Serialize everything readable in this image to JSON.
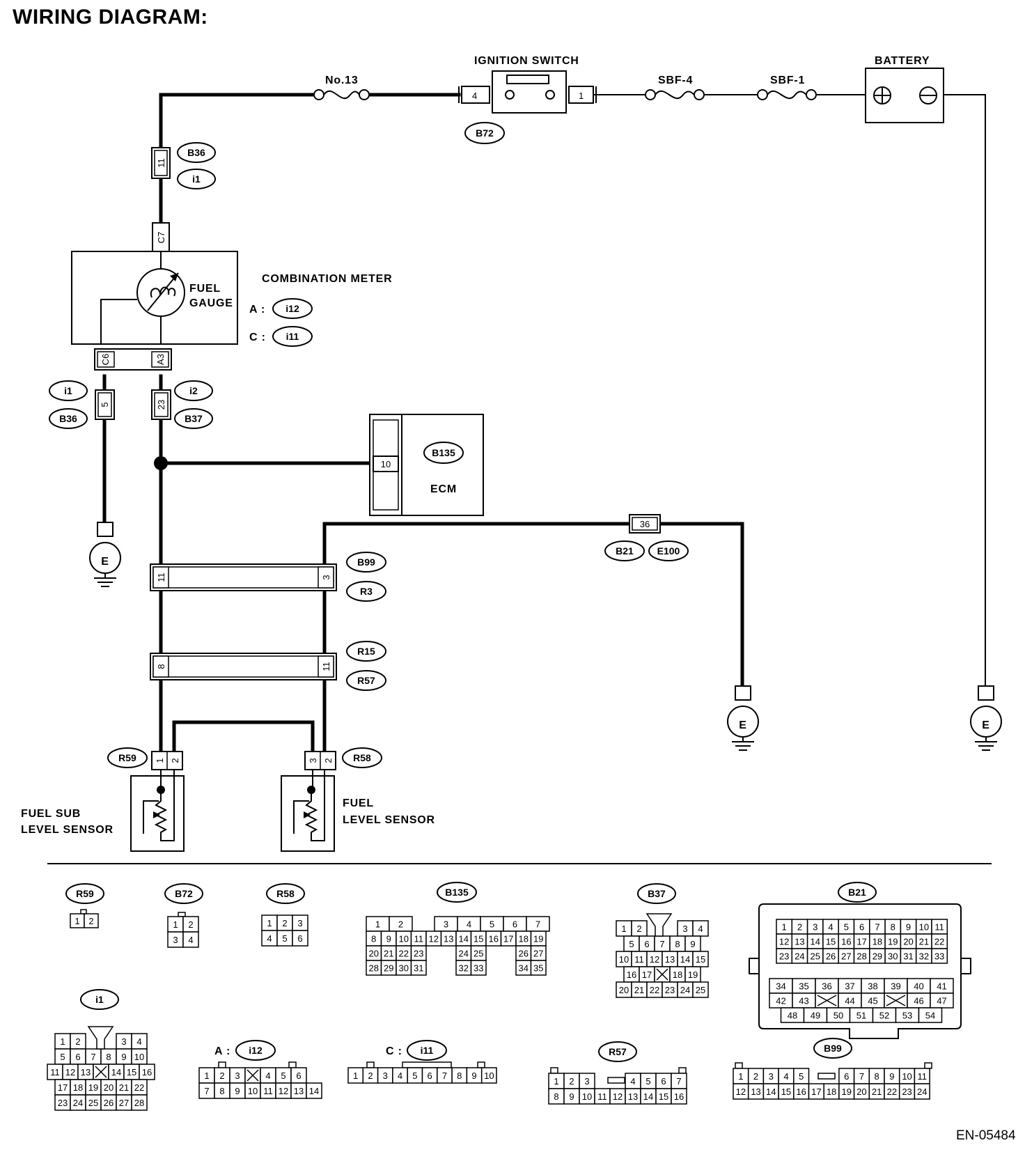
{
  "title": "WIRING DIAGRAM:",
  "document_id": "EN-05484",
  "power": {
    "fuse_no13": "No.13",
    "ignition_switch": "IGNITION SWITCH",
    "ig_pin_left": "4",
    "ig_pin_right": "1",
    "ig_connector": "B72",
    "sbf4": "SBF-4",
    "sbf1": "SBF-1",
    "battery": "BATTERY",
    "battery_plus": "⊕",
    "battery_minus": "⊖"
  },
  "harness": {
    "b36": "B36",
    "i1": "i1",
    "pin_11": "11",
    "pin_c7": "C7",
    "pin_c6": "C6",
    "pin_a3": "A3",
    "pin_5": "5",
    "pin_23": "23",
    "i2": "i2",
    "b37": "B37"
  },
  "meter": {
    "fuel_gauge_line1": "FUEL",
    "fuel_gauge_line2": "GAUGE",
    "combination_meter": "COMBINATION METER",
    "a_prefix": "A :",
    "a_connector": "i12",
    "c_prefix": "C :",
    "c_connector": "i11"
  },
  "ecm": {
    "connector": "B135",
    "label": "ECM",
    "pin": "10"
  },
  "grounds": {
    "symbol": "E",
    "joint_pin": "36",
    "b21": "B21",
    "e100": "E100"
  },
  "rear_harness": {
    "b99": "B99",
    "r3": "R3",
    "pin_11": "11",
    "pin_3": "3",
    "r15": "R15",
    "r57": "R57",
    "pin_8": "8",
    "pin_11b": "11"
  },
  "sensors": {
    "r59": "R59",
    "r58": "R58",
    "r59_pins": [
      "1",
      "2"
    ],
    "r58_pins": [
      "3",
      "2"
    ],
    "sub_line1": "FUEL SUB",
    "sub_line2": "LEVEL SENSOR",
    "main_line1": "FUEL",
    "main_line2": "LEVEL SENSOR"
  },
  "connector_views": {
    "r59": "R59",
    "b72": "B72",
    "r58": "R58",
    "b135": "B135",
    "b37": "B37",
    "b21": "B21",
    "i1": "i1",
    "i12_prefix": "A :",
    "i12": "i12",
    "i11_prefix": "C :",
    "i11": "i11",
    "r57": "R57",
    "b99": "B99"
  },
  "connector_pins": {
    "r59": [
      "1",
      "2"
    ],
    "b72": [
      [
        "1",
        "2"
      ],
      [
        "3",
        "4"
      ]
    ],
    "r58": [
      [
        "1",
        "2",
        "3"
      ],
      [
        "4",
        "5",
        "6"
      ]
    ],
    "b135": [
      [
        "1",
        "2",
        "",
        "",
        "3",
        "4",
        "5",
        "6",
        "7"
      ],
      [
        "8",
        "9",
        "10",
        "11",
        "12",
        "13",
        "14",
        "15",
        "16",
        "17",
        "18",
        "19"
      ],
      [
        "20",
        "21",
        "22",
        "23",
        "",
        "",
        "24",
        "25",
        "",
        "",
        "26",
        "27"
      ],
      [
        "28",
        "29",
        "30",
        "31",
        "",
        "",
        "32",
        "33",
        "",
        "",
        "34",
        "35"
      ]
    ],
    "b37": [
      [
        "1",
        "2",
        "",
        "",
        "3",
        "4"
      ],
      [
        "5",
        "6",
        "7",
        "8",
        "9"
      ],
      [
        "10",
        "11",
        "12",
        "13",
        "14",
        "15"
      ],
      [
        "16",
        "17",
        "X",
        "18",
        "19"
      ],
      [
        "20",
        "21",
        "22",
        "23",
        "24",
        "25"
      ]
    ],
    "b21": [
      [
        "1",
        "2",
        "3",
        "4",
        "5",
        "6",
        "7",
        "8",
        "9",
        "10",
        "11"
      ],
      [
        "12",
        "13",
        "14",
        "15",
        "16",
        "17",
        "18",
        "19",
        "20",
        "21",
        "22"
      ],
      [
        "23",
        "24",
        "25",
        "26",
        "27",
        "28",
        "29",
        "30",
        "31",
        "32",
        "33"
      ],
      [
        "34",
        "35",
        "36",
        "37",
        "38",
        "39",
        "40",
        "41"
      ],
      [
        "42",
        "43",
        "X",
        "44",
        "45",
        "X",
        "46",
        "47"
      ],
      [
        "48",
        "49",
        "50",
        "51",
        "52",
        "53",
        "54"
      ]
    ],
    "i1": [
      [
        "1",
        "2",
        "",
        "",
        "3",
        "4"
      ],
      [
        "5",
        "6",
        "7",
        "8",
        "9",
        "10"
      ],
      [
        "11",
        "12",
        "13",
        "X",
        "14",
        "15",
        "16"
      ],
      [
        "17",
        "18",
        "19",
        "20",
        "21",
        "22"
      ],
      [
        "23",
        "24",
        "25",
        "26",
        "27",
        "28"
      ]
    ],
    "i12": [
      [
        "1",
        "2",
        "3",
        "X",
        "4",
        "5",
        "6"
      ],
      [
        "7",
        "8",
        "9",
        "10",
        "11",
        "12",
        "13",
        "14"
      ]
    ],
    "i11": [
      "1",
      "2",
      "3",
      "4",
      "5",
      "6",
      "7",
      "8",
      "9",
      "10"
    ],
    "r57": [
      [
        "1",
        "2",
        "3",
        "",
        "",
        "4",
        "5",
        "6",
        "7"
      ],
      [
        "8",
        "9",
        "10",
        "11",
        "12",
        "13",
        "14",
        "15",
        "16"
      ]
    ],
    "b99": [
      [
        "1",
        "2",
        "3",
        "4",
        "5",
        "",
        "",
        "6",
        "7",
        "8",
        "9",
        "10",
        "11"
      ],
      [
        "12",
        "13",
        "14",
        "15",
        "16",
        "17",
        "18",
        "19",
        "20",
        "21",
        "22",
        "23",
        "24"
      ]
    ]
  }
}
